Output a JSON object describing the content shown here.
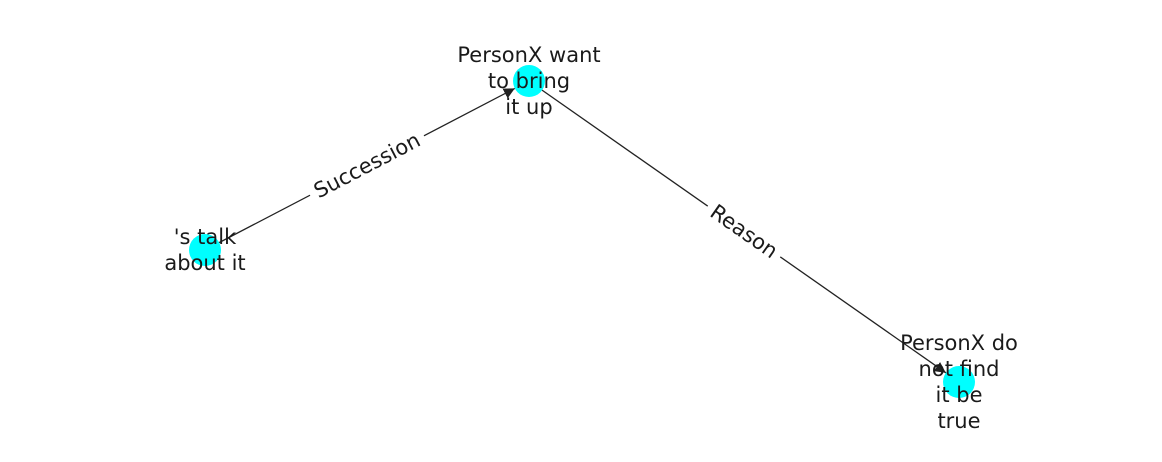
{
  "diagram": {
    "node_color": "#00ffff",
    "edge_color": "#222222",
    "text_color": "#1a1a1a",
    "nodes": [
      {
        "id": "n1",
        "label_lines": [
          "'s talk",
          "about it"
        ]
      },
      {
        "id": "n2",
        "label_lines": [
          "PersonX want",
          "to bring",
          "it up"
        ]
      },
      {
        "id": "n3",
        "label_lines": [
          "PersonX do",
          "not find",
          "it be",
          "true"
        ]
      }
    ],
    "edges": [
      {
        "from": "n1",
        "to": "n2",
        "label": "Succession"
      },
      {
        "from": "n2",
        "to": "n3",
        "label": "Reason"
      }
    ]
  }
}
